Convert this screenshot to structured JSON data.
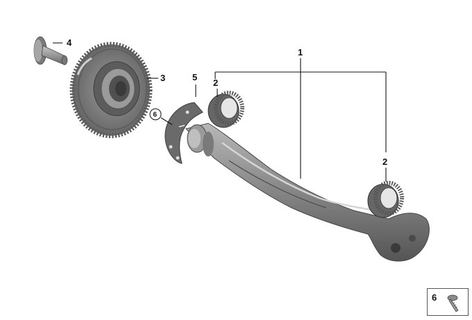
{
  "callouts": {
    "part_1": "1",
    "part_2_upper": "2",
    "part_2_lower": "2",
    "part_3": "3",
    "part_4": "4",
    "part_5": "5",
    "part_6_circled": "6"
  },
  "legend": {
    "number": "6",
    "icon": "screw-icon"
  },
  "colors": {
    "part_dark": "#5a5a5a",
    "part_mid": "#8c8c8c",
    "part_light": "#c4c4c4",
    "leader": "#111111"
  }
}
